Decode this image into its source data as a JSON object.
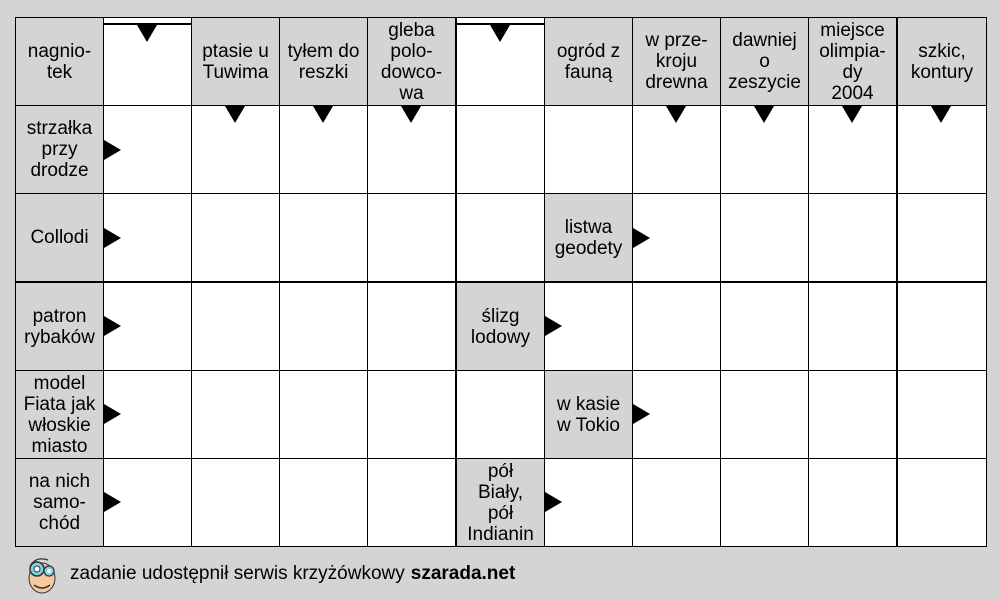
{
  "clues": {
    "r0c0": "nagnio-\ntek",
    "r0c2": "ptasie u\nTuwima",
    "r0c3": "tyłem do\nreszki",
    "r0c4": "gleba\npolo-\ndowco-\nwa",
    "r0c6": "ogród z\nfauną",
    "r0c7": "w prze-\nkroju\ndrewna",
    "r0c8": "dawniej\no\nzeszycie",
    "r0c9": "miejsce\nolimpia-\ndy\n2004",
    "r0c10": "szkic,\nkontury",
    "r1c0": "strzałka\nprzy\ndrodze",
    "r2c0": "Collodi",
    "r2c6": "listwa\ngeodety",
    "r3c0": "patron\nrybaków",
    "r3c5": "ślizg\nlodowy",
    "r4c0": "model\nFiata jak\nwłoskie\nmiasto",
    "r4c6": "w kasie\nw Tokio",
    "r5c0": "na nich\nsamo-\nchód",
    "r5c5": "pół\nBiały,\npół\nIndianin"
  },
  "footer": {
    "text": "zadanie udostępnił serwis krzyżówkowy",
    "site": "szarada.net",
    "logo_icon": "szarada-mascot-icon"
  },
  "colors": {
    "clue_bg": "#d4d4d4",
    "cell_bg": "#ffffff",
    "grid": "#000000"
  }
}
